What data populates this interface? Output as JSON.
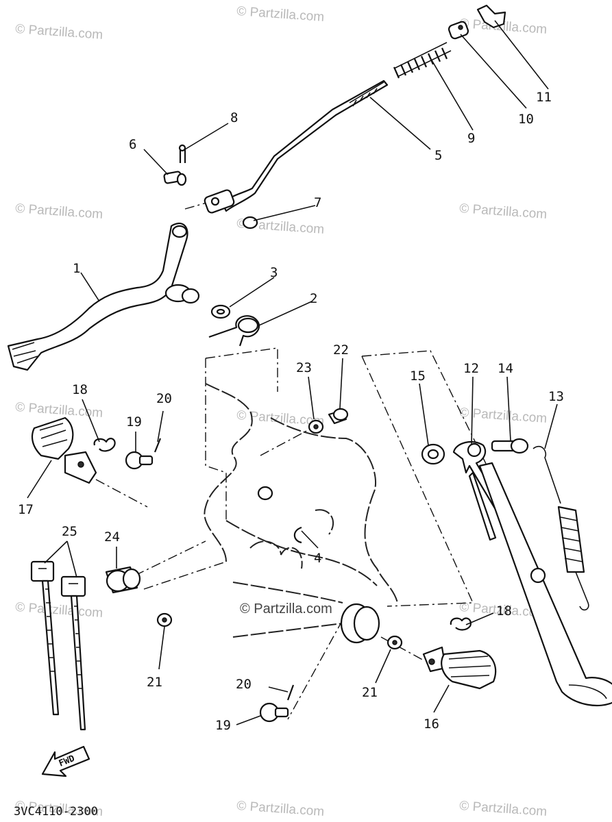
{
  "watermark_text": "© Partzilla.com",
  "center_watermark_text": "© Partzilla.com",
  "diagram_code": "3VC4110-2300",
  "fwd_label": "FWD",
  "callouts": {
    "c1": "1",
    "c2": "2",
    "c3": "3",
    "c4": "4",
    "c5": "5",
    "c6": "6",
    "c7": "7",
    "c8": "8",
    "c9": "9",
    "c10": "10",
    "c11": "11",
    "c12": "12",
    "c13": "13",
    "c14": "14",
    "c15": "15",
    "c16": "16",
    "c17": "17",
    "c18a": "18",
    "c18b": "18",
    "c19a": "19",
    "c19b": "19",
    "c20a": "20",
    "c20b": "20",
    "c21a": "21",
    "c21b": "21",
    "c22": "22",
    "c23": "23",
    "c24": "24",
    "c25": "25"
  }
}
